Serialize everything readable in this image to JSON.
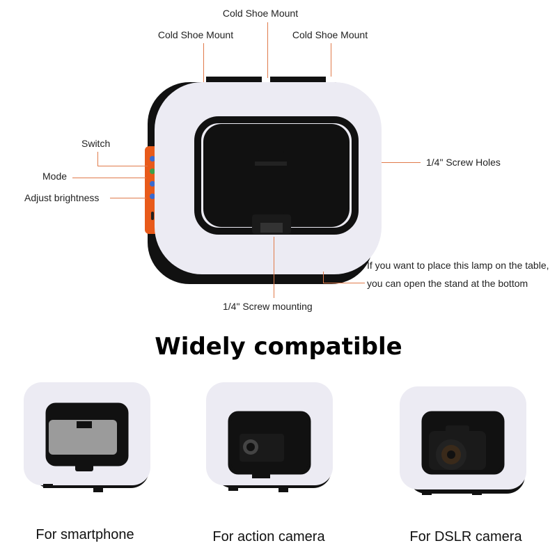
{
  "annotations": {
    "top_center": "Cold Shoe Mount",
    "top_left": "Cold Shoe Mount",
    "top_right": "Cold Shoe Mount",
    "switch": "Switch",
    "mode": "Mode",
    "brightness": "Adjust brightness",
    "screw_holes": "1/4\" Screw Holes",
    "screw_mounting": "1/4\" Screw mounting",
    "stand_note": "If you want to place this lamp on the table, you can open the stand at the bottom"
  },
  "headline": "Widely compatible",
  "uses": [
    {
      "caption": "For smartphone"
    },
    {
      "caption": "For action camera"
    },
    {
      "caption": "For DSLR camera"
    }
  ],
  "colors": {
    "accent": "#e07a4a",
    "frame_black": "#111111",
    "light_panel": "#ecebf3",
    "button_panel": "#e85a1a"
  }
}
